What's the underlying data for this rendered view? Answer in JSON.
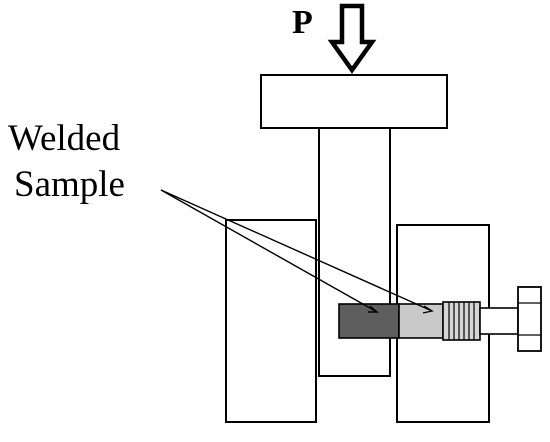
{
  "load": {
    "label": "P",
    "arrow_icon": "down-arrow-icon"
  },
  "label": {
    "line1": "Welded",
    "line2": "Sample"
  },
  "colors": {
    "stroke": "#000000",
    "background": "#ffffff",
    "sample_left": "#5e5e5e",
    "sample_right": "#c9c9c9",
    "threaded_section": "#d6d6d6"
  }
}
